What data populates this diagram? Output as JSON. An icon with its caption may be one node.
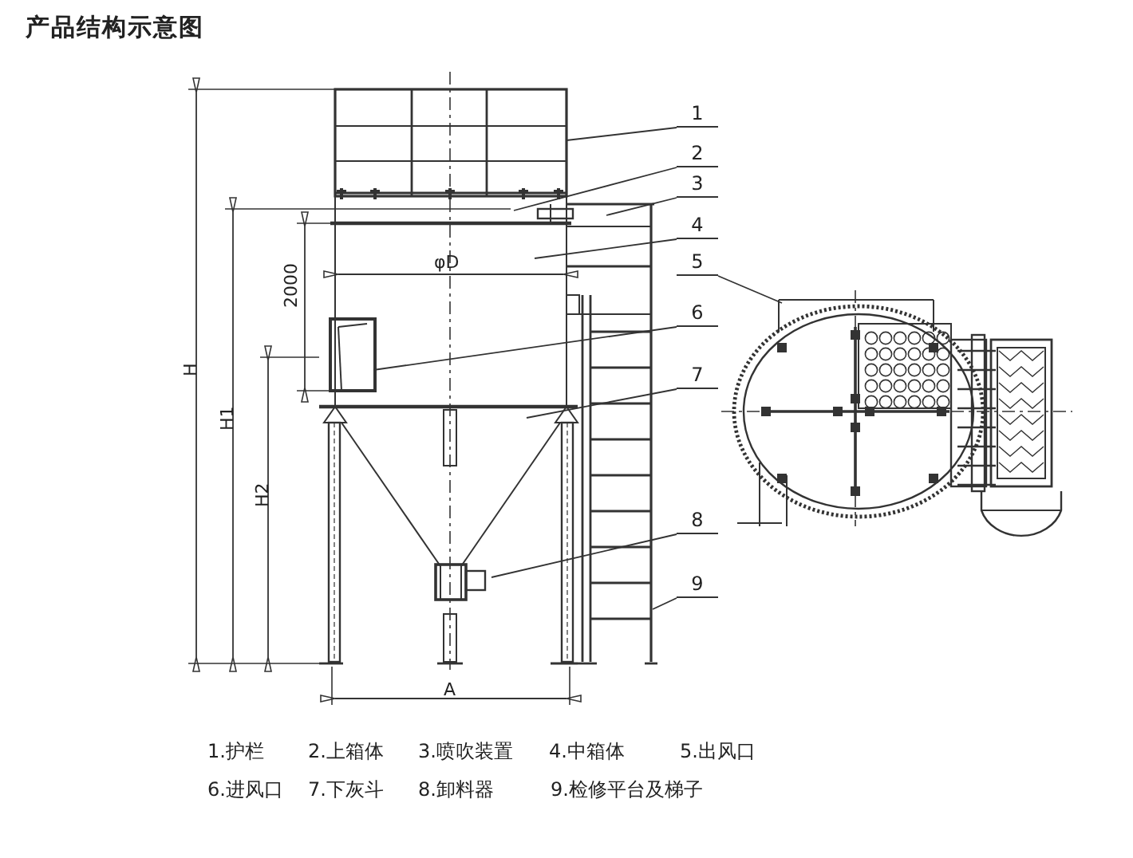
{
  "diagram": {
    "title": "产品结构示意图",
    "nodes": [
      {
        "text": [
          "1"
        ]
      },
      {
        "text": [
          "2"
        ]
      },
      {
        "text": [
          "3"
        ]
      },
      {
        "text": [
          "4"
        ]
      },
      {
        "text": [
          "5"
        ]
      },
      {
        "text": [
          "6"
        ]
      },
      {
        "text": [
          "7"
        ]
      },
      {
        "text": [
          "8"
        ]
      },
      {
        "text": [
          "9"
        ]
      }
    ],
    "edges": [
      {
        "from": 0,
        "to": null,
        "arrow": "none"
      },
      {
        "from": 1,
        "to": null,
        "arrow": "none"
      },
      {
        "from": 2,
        "to": null,
        "arrow": "none"
      },
      {
        "from": 3,
        "to": null,
        "arrow": "none"
      },
      {
        "from": 4,
        "to": null,
        "arrow": "none"
      },
      {
        "from": 5,
        "to": null,
        "arrow": "none"
      },
      {
        "from": 6,
        "to": null,
        "arrow": "none"
      },
      {
        "from": 7,
        "to": null,
        "arrow": "none"
      },
      {
        "from": 8,
        "to": null,
        "arrow": "none"
      }
    ],
    "labels": [
      "H",
      "H1",
      "2000",
      "φD",
      "H2",
      "A",
      "1.护栏",
      "2.上箱体",
      "3.喷吹装置",
      "4.中箱体",
      "5.出风口",
      "6.进风口",
      "7.下灰斗",
      "8.卸料器",
      "9.检修平台及梯子"
    ]
  }
}
